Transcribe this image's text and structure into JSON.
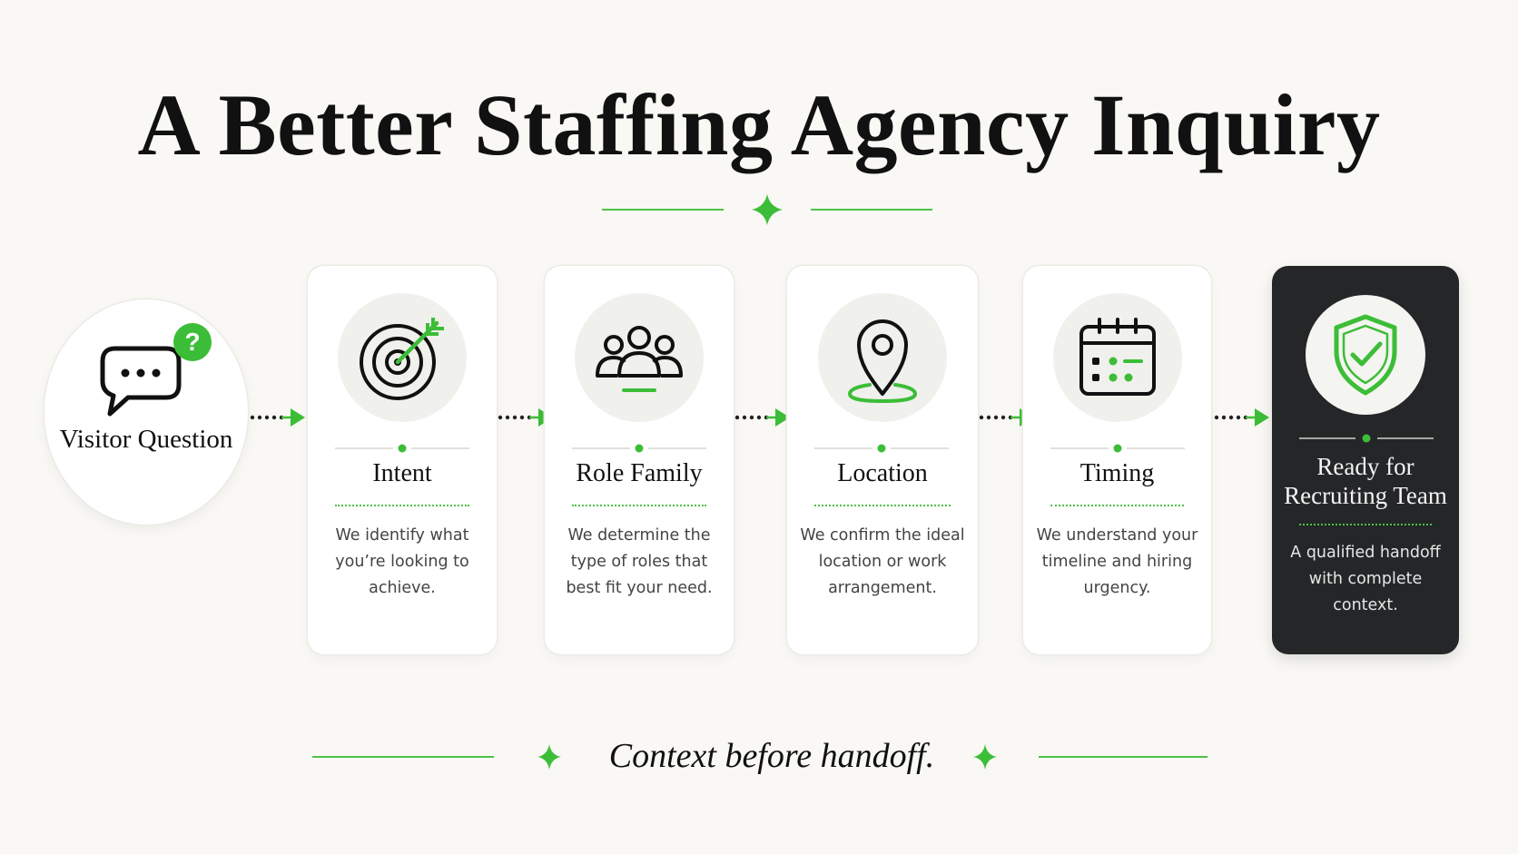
{
  "title": "A Better Staffing Agency Inquiry",
  "colors": {
    "accent": "#3cbd37",
    "dark_card": "#242628",
    "background": "#f9f8f4"
  },
  "start": {
    "label": "Visitor Question",
    "icon": "speech-bubble-icon",
    "badge": "?"
  },
  "steps": [
    {
      "title": "Intent",
      "icon": "target-arrow-icon",
      "description": "We identify what you’re looking to achieve."
    },
    {
      "title": "Role Family",
      "icon": "people-group-icon",
      "description": "We determine the type of roles that best fit your need."
    },
    {
      "title": "Location",
      "icon": "map-pin-icon",
      "description": "We confirm the ideal location or work arrangement."
    },
    {
      "title": "Timing",
      "icon": "calendar-icon",
      "description": "We understand your timeline and hiring urgency."
    }
  ],
  "final": {
    "title": "Ready for Recruiting Team",
    "icon": "shield-check-icon",
    "description": "A qualified handoff with complete context."
  },
  "tagline": "Context before handoff."
}
